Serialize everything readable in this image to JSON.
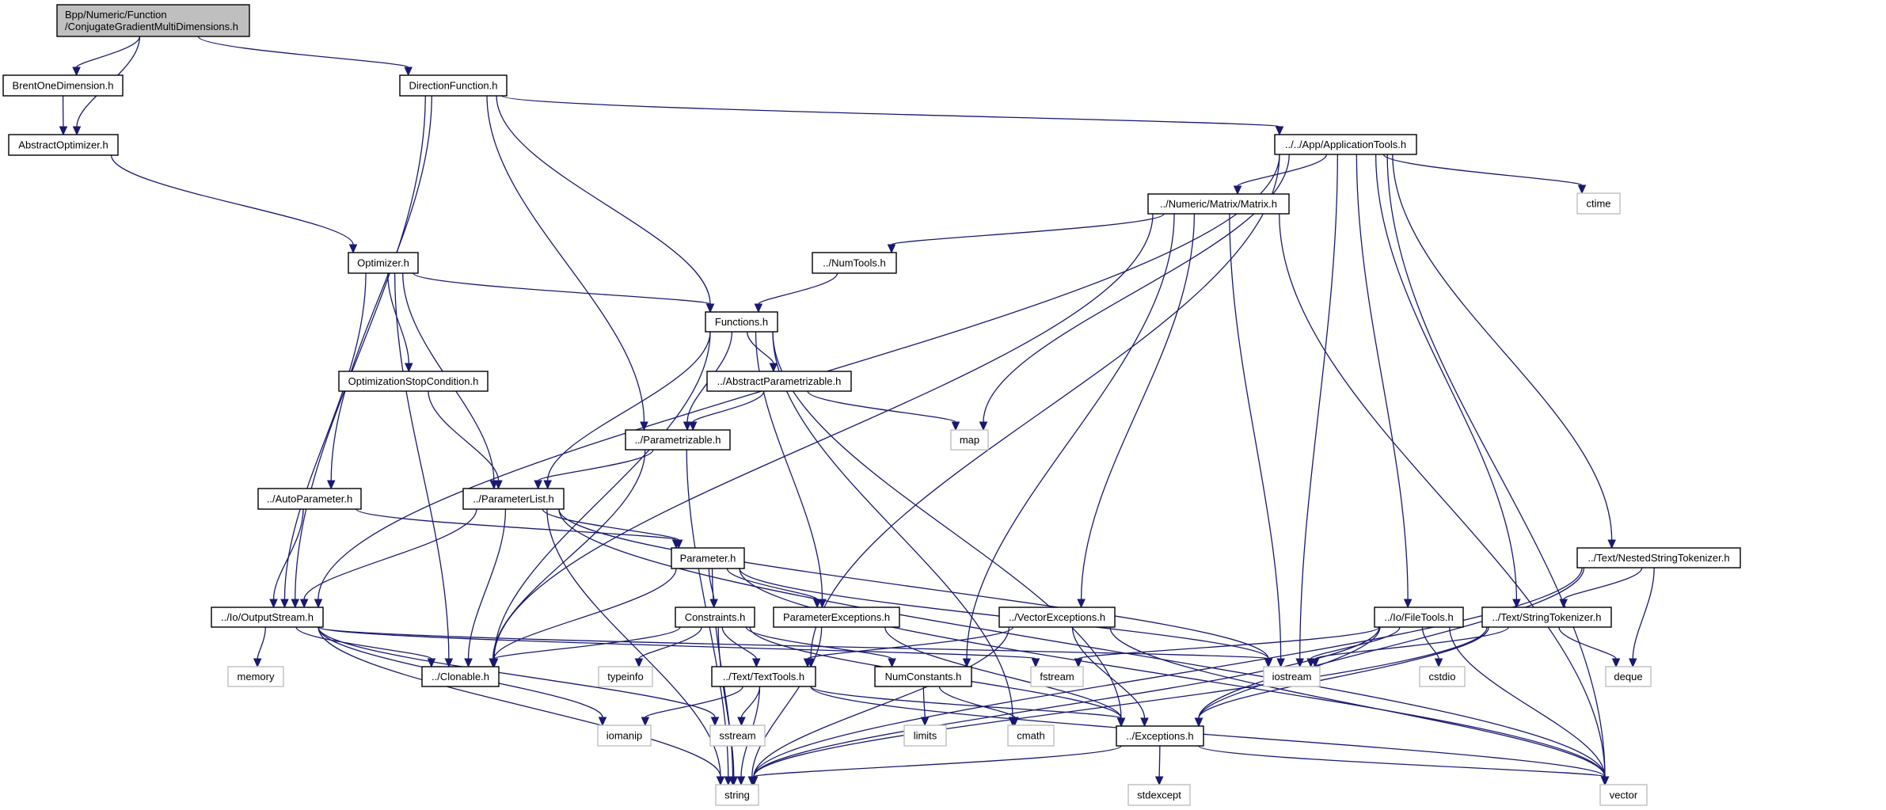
{
  "title": "Bpp/Numeric/Function/ConjugateGradientMultiDimensions.h",
  "colors": {
    "edge": "#191970",
    "root_fill": "#bfbfbf",
    "node_border": "#000000",
    "system_border": "#bfbfbf"
  },
  "nodes": [
    {
      "id": "root",
      "label": [
        "Bpp/Numeric/Function",
        "/ConjugateGradientMultiDimensions.h"
      ],
      "kind": "root"
    },
    {
      "id": "brent",
      "label": [
        "BrentOneDimension.h"
      ],
      "kind": "file"
    },
    {
      "id": "absopt",
      "label": [
        "AbstractOptimizer.h"
      ],
      "kind": "file"
    },
    {
      "id": "dirfunc",
      "label": [
        "DirectionFunction.h"
      ],
      "kind": "file"
    },
    {
      "id": "apptools",
      "label": [
        "../../App/ApplicationTools.h"
      ],
      "kind": "file"
    },
    {
      "id": "matrix",
      "label": [
        "../Numeric/Matrix/Matrix.h"
      ],
      "kind": "file"
    },
    {
      "id": "ctime",
      "label": [
        "ctime"
      ],
      "kind": "system"
    },
    {
      "id": "numtools",
      "label": [
        "../NumTools.h"
      ],
      "kind": "file"
    },
    {
      "id": "optimizer",
      "label": [
        "Optimizer.h"
      ],
      "kind": "file"
    },
    {
      "id": "functions",
      "label": [
        "Functions.h"
      ],
      "kind": "file"
    },
    {
      "id": "optstop",
      "label": [
        "OptimizationStopCondition.h"
      ],
      "kind": "file"
    },
    {
      "id": "absparam",
      "label": [
        "../AbstractParametrizable.h"
      ],
      "kind": "file"
    },
    {
      "id": "map",
      "label": [
        "map"
      ],
      "kind": "system"
    },
    {
      "id": "parametrizable",
      "label": [
        "../Parametrizable.h"
      ],
      "kind": "file"
    },
    {
      "id": "autoparam",
      "label": [
        "../AutoParameter.h"
      ],
      "kind": "file"
    },
    {
      "id": "paramlist",
      "label": [
        "../ParameterList.h"
      ],
      "kind": "file"
    },
    {
      "id": "parameter",
      "label": [
        "Parameter.h"
      ],
      "kind": "file"
    },
    {
      "id": "nested",
      "label": [
        "../Text/NestedStringTokenizer.h"
      ],
      "kind": "file"
    },
    {
      "id": "outstream",
      "label": [
        "../Io/OutputStream.h"
      ],
      "kind": "file"
    },
    {
      "id": "constraints",
      "label": [
        "Constraints.h"
      ],
      "kind": "file"
    },
    {
      "id": "paramexc",
      "label": [
        "ParameterExceptions.h"
      ],
      "kind": "file"
    },
    {
      "id": "vecexc",
      "label": [
        "../VectorExceptions.h"
      ],
      "kind": "file"
    },
    {
      "id": "filetools",
      "label": [
        "../Io/FileTools.h"
      ],
      "kind": "file"
    },
    {
      "id": "strtok",
      "label": [
        "../Text/StringTokenizer.h"
      ],
      "kind": "file"
    },
    {
      "id": "memory",
      "label": [
        "memory"
      ],
      "kind": "system"
    },
    {
      "id": "clonable",
      "label": [
        "../Clonable.h"
      ],
      "kind": "file"
    },
    {
      "id": "typeinfo",
      "label": [
        "typeinfo"
      ],
      "kind": "system"
    },
    {
      "id": "texttools",
      "label": [
        "../Text/TextTools.h"
      ],
      "kind": "file"
    },
    {
      "id": "numconst",
      "label": [
        "NumConstants.h"
      ],
      "kind": "file"
    },
    {
      "id": "fstream",
      "label": [
        "fstream"
      ],
      "kind": "system"
    },
    {
      "id": "iostream",
      "label": [
        "iostream"
      ],
      "kind": "system"
    },
    {
      "id": "cstdio",
      "label": [
        "cstdio"
      ],
      "kind": "system"
    },
    {
      "id": "deque",
      "label": [
        "deque"
      ],
      "kind": "system"
    },
    {
      "id": "iomanip",
      "label": [
        "iomanip"
      ],
      "kind": "system"
    },
    {
      "id": "sstream",
      "label": [
        "sstream"
      ],
      "kind": "system"
    },
    {
      "id": "limits",
      "label": [
        "limits"
      ],
      "kind": "system"
    },
    {
      "id": "cmath",
      "label": [
        "cmath"
      ],
      "kind": "system"
    },
    {
      "id": "exceptions",
      "label": [
        "../Exceptions.h"
      ],
      "kind": "file"
    },
    {
      "id": "string",
      "label": [
        "string"
      ],
      "kind": "system"
    },
    {
      "id": "stdexcept",
      "label": [
        "stdexcept"
      ],
      "kind": "system"
    },
    {
      "id": "vector",
      "label": [
        "vector"
      ],
      "kind": "system"
    }
  ],
  "edges": [
    [
      "root",
      "brent"
    ],
    [
      "root",
      "absopt"
    ],
    [
      "root",
      "dirfunc"
    ],
    [
      "brent",
      "absopt"
    ],
    [
      "absopt",
      "optimizer"
    ],
    [
      "dirfunc",
      "apptools"
    ],
    [
      "dirfunc",
      "outstream"
    ],
    [
      "dirfunc",
      "autoparam"
    ],
    [
      "dirfunc",
      "parametrizable"
    ],
    [
      "dirfunc",
      "functions"
    ],
    [
      "apptools",
      "matrix"
    ],
    [
      "apptools",
      "outstream"
    ],
    [
      "apptools",
      "map"
    ],
    [
      "apptools",
      "texttools"
    ],
    [
      "apptools",
      "iostream"
    ],
    [
      "apptools",
      "filetools"
    ],
    [
      "apptools",
      "strtok"
    ],
    [
      "apptools",
      "ctime"
    ],
    [
      "apptools",
      "nested"
    ],
    [
      "apptools",
      "vector"
    ],
    [
      "matrix",
      "numtools"
    ],
    [
      "matrix",
      "clonable"
    ],
    [
      "matrix",
      "vecexc"
    ],
    [
      "matrix",
      "numconst"
    ],
    [
      "matrix",
      "iostream"
    ],
    [
      "matrix",
      "vector"
    ],
    [
      "numtools",
      "functions"
    ],
    [
      "optimizer",
      "functions"
    ],
    [
      "optimizer",
      "optstop"
    ],
    [
      "optimizer",
      "paramlist"
    ],
    [
      "optimizer",
      "outstream"
    ],
    [
      "optimizer",
      "clonable"
    ],
    [
      "functions",
      "absparam"
    ],
    [
      "functions",
      "parametrizable"
    ],
    [
      "functions",
      "paramlist"
    ],
    [
      "functions",
      "clonable"
    ],
    [
      "functions",
      "paramexc"
    ],
    [
      "functions",
      "cmath"
    ],
    [
      "functions",
      "exceptions"
    ],
    [
      "absparam",
      "parametrizable"
    ],
    [
      "absparam",
      "map"
    ],
    [
      "optstop",
      "paramlist"
    ],
    [
      "parametrizable",
      "paramlist"
    ],
    [
      "parametrizable",
      "clonable"
    ],
    [
      "parametrizable",
      "string"
    ],
    [
      "autoparam",
      "outstream"
    ],
    [
      "autoparam",
      "parameter"
    ],
    [
      "paramlist",
      "parameter"
    ],
    [
      "paramlist",
      "outstream"
    ],
    [
      "paramlist",
      "clonable"
    ],
    [
      "paramlist",
      "string"
    ],
    [
      "paramlist",
      "iostream"
    ],
    [
      "paramlist",
      "vector"
    ],
    [
      "parameter",
      "constraints"
    ],
    [
      "parameter",
      "paramexc"
    ],
    [
      "parameter",
      "clonable"
    ],
    [
      "parameter",
      "string"
    ],
    [
      "parameter",
      "iostream"
    ],
    [
      "parameter",
      "vector"
    ],
    [
      "outstream",
      "memory"
    ],
    [
      "outstream",
      "clonable"
    ],
    [
      "outstream",
      "iomanip"
    ],
    [
      "outstream",
      "sstream"
    ],
    [
      "outstream",
      "string"
    ],
    [
      "outstream",
      "fstream"
    ],
    [
      "outstream",
      "iostream"
    ],
    [
      "constraints",
      "clonable"
    ],
    [
      "constraints",
      "typeinfo"
    ],
    [
      "constraints",
      "texttools"
    ],
    [
      "constraints",
      "numconst"
    ],
    [
      "constraints",
      "string"
    ],
    [
      "constraints",
      "exceptions"
    ],
    [
      "paramexc",
      "exceptions"
    ],
    [
      "paramexc",
      "string"
    ],
    [
      "vecexc",
      "texttools"
    ],
    [
      "vecexc",
      "exceptions"
    ],
    [
      "vecexc",
      "string"
    ],
    [
      "vecexc",
      "vector"
    ],
    [
      "texttools",
      "iomanip"
    ],
    [
      "texttools",
      "sstream"
    ],
    [
      "texttools",
      "string"
    ],
    [
      "texttools",
      "exceptions"
    ],
    [
      "texttools",
      "vector"
    ],
    [
      "numconst",
      "limits"
    ],
    [
      "numconst",
      "cmath"
    ],
    [
      "filetools",
      "fstream"
    ],
    [
      "filetools",
      "iostream"
    ],
    [
      "filetools",
      "cstdio"
    ],
    [
      "filetools",
      "string"
    ],
    [
      "filetools",
      "vector"
    ],
    [
      "filetools",
      "exceptions"
    ],
    [
      "strtok",
      "iostream"
    ],
    [
      "strtok",
      "deque"
    ],
    [
      "strtok",
      "exceptions"
    ],
    [
      "strtok",
      "string"
    ],
    [
      "nested",
      "strtok"
    ],
    [
      "nested",
      "deque"
    ],
    [
      "nested",
      "exceptions"
    ],
    [
      "nested",
      "string"
    ],
    [
      "exceptions",
      "stdexcept"
    ],
    [
      "exceptions",
      "string"
    ],
    [
      "exceptions",
      "vector"
    ]
  ]
}
